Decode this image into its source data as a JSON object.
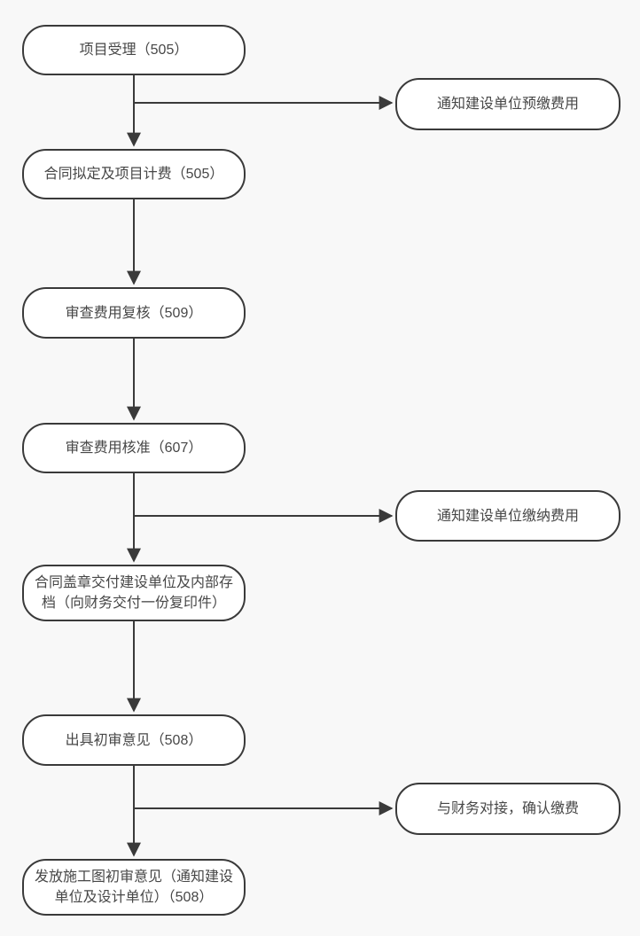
{
  "colors": {
    "background": "#f8f8f8",
    "node_fill": "#ffffff",
    "node_border": "#3a3a3a",
    "arrow": "#3a3a3a",
    "text": "#474747"
  },
  "flowchart": {
    "main_flow": [
      {
        "label": "项目受理（505）"
      },
      {
        "label": "合同拟定及项目计费（505）"
      },
      {
        "label": "审查费用复核（509）"
      },
      {
        "label": "审查费用核准（607）"
      },
      {
        "label": "合同盖章交付建设单位及内部存档（向财务交付一份复印件）"
      },
      {
        "label": "出具初审意见（508）"
      },
      {
        "label": "发放施工图初审意见（通知建设单位及设计单位）（508）"
      }
    ],
    "side_outputs": [
      {
        "label": "通知建设单位预缴费用"
      },
      {
        "label": "通知建设单位缴纳费用"
      },
      {
        "label": "与财务对接，确认缴费"
      }
    ],
    "connectors": {
      "down_arrows": [
        {
          "from": 0,
          "to": 1
        },
        {
          "from": 1,
          "to": 2
        },
        {
          "from": 2,
          "to": 3
        },
        {
          "from": 3,
          "to": 4
        },
        {
          "from": 4,
          "to": 5
        },
        {
          "from": 5,
          "to": 6
        }
      ],
      "branch_arrows": [
        {
          "from_main": 0,
          "to_side": 0
        },
        {
          "from_main": 3,
          "to_side": 1
        },
        {
          "from_main": 5,
          "to_side": 2
        }
      ]
    }
  }
}
